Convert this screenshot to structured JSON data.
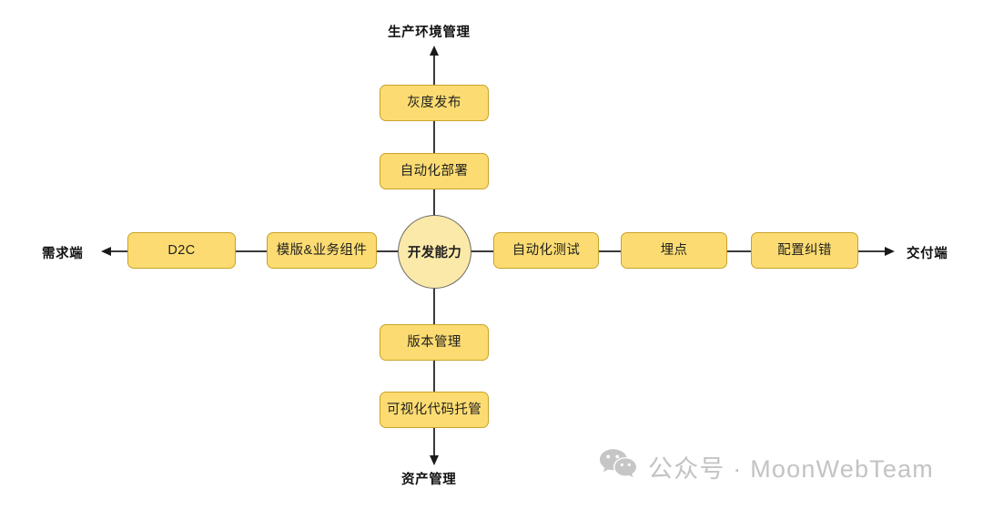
{
  "diagram": {
    "hub": {
      "label": "开发能力"
    },
    "axis_labels": {
      "top": "生产环境管理",
      "bottom": "资产管理",
      "left": "需求端",
      "right": "交付端"
    },
    "branches": {
      "up": [
        {
          "label": "灰度发布"
        },
        {
          "label": "自动化部署"
        }
      ],
      "down": [
        {
          "label": "版本管理"
        },
        {
          "label": "可视化代码托管"
        }
      ],
      "left": [
        {
          "label": "模版&业务组件"
        },
        {
          "label": "D2C"
        }
      ],
      "right": [
        {
          "label": "自动化测试"
        },
        {
          "label": "埋点"
        },
        {
          "label": "配置纠错"
        }
      ]
    },
    "colors": {
      "node_fill": "#FCDC72",
      "node_border": "#C9A227",
      "hub_fill": "#FBE9A9",
      "hub_border": "#6B6B63",
      "line": "#3A3A3A",
      "background": "#FFFFFF",
      "watermark": "#C3C3C3"
    }
  },
  "watermark": {
    "icon": "wechat-icon",
    "text": "公众号 · MoonWebTeam"
  }
}
